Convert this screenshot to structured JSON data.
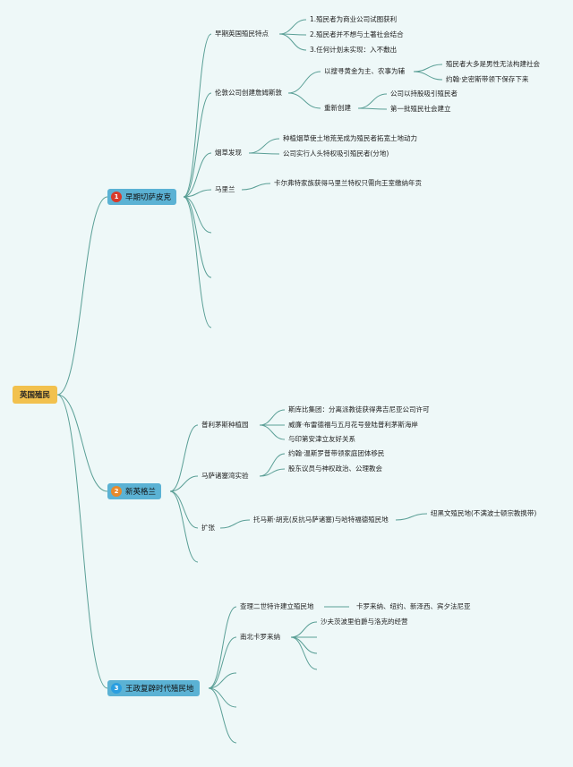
{
  "root": "英国殖民",
  "branches": [
    {
      "label": "早期切萨皮克",
      "badge": "1",
      "badge_color": "#d83a2a",
      "topics": [
        {
          "label": "早期英国殖民特点",
          "items": [
            "1.殖民者为商业公司试图获利",
            "2.殖民者并不想与土著社会结合",
            "3.任何计划未实现：入不敷出"
          ]
        },
        {
          "label": "伦敦公司创建詹姆斯敦",
          "subtopics": [
            {
              "label": "以搜寻黄金为主、农事为辅",
              "items": [
                "殖民者大多是男性无法构建社会",
                "约翰·史密斯带领下保存下来"
              ]
            },
            {
              "label": "重新创建",
              "items": [
                "公司以持股吸引殖民者",
                "第一批殖民社会建立"
              ]
            }
          ]
        },
        {
          "label": "烟草发现",
          "items": [
            "种植烟草使土地荒芜成为殖民者拓宽土地动力",
            "公司实行人头特权吸引殖民者(分地)"
          ]
        },
        {
          "label": "马里兰",
          "items": [
            "卡尔弗特家族获得马里兰特权只需向王室缴纳年贡"
          ]
        }
      ]
    },
    {
      "label": "新英格兰",
      "badge": "2",
      "badge_color": "#e8892a",
      "topics": [
        {
          "label": "普利茅斯种植园",
          "items": [
            "斯库比集团：分离派教徒获得弗吉尼亚公司许可",
            "威廉·布雷德福与五月花号登陆普利茅斯海岸",
            "与印第安津立友好关系"
          ]
        },
        {
          "label": "马萨诸塞湾实验",
          "items": [
            "约翰·温斯罗普带领家庭团体移民",
            "股东议员与神权政治、公理教会"
          ]
        },
        {
          "label": "扩张",
          "subtopics": [
            {
              "label": "托马斯·胡克(反抗马萨诸塞)与哈特福德殖民地",
              "items": [
                "纽黑文殖民地(不满波士顿宗教携带)"
              ]
            }
          ]
        }
      ]
    },
    {
      "label": "王政复辟时代殖民地",
      "badge": "3",
      "badge_color": "#2a9ee0",
      "topics": [
        {
          "label": "查理二世特许建立殖民地",
          "items": [
            "卡罗来纳、纽约、新泽西、宾夕法尼亚"
          ]
        },
        {
          "label": "南北卡罗来纳",
          "items": [
            "沙夫茨波里伯爵与洛克的经营"
          ]
        }
      ]
    }
  ]
}
